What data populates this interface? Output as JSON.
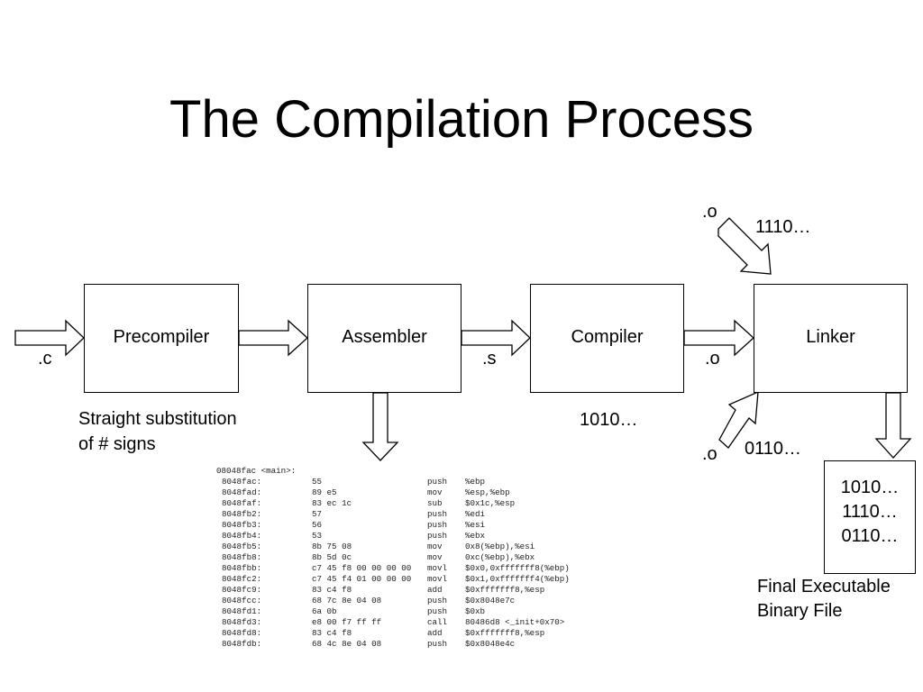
{
  "title": "The Compilation Process",
  "stages": {
    "precompiler": "Precompiler",
    "assembler": "Assembler",
    "compiler": "Compiler",
    "linker": "Linker"
  },
  "edge_labels": {
    "input_c": ".c",
    "after_assembler": ".s",
    "after_compiler": ".o",
    "obj_top": ".o",
    "obj_bottom": ".o"
  },
  "bits": {
    "obj_top": "1110…",
    "obj_bottom": "0110…",
    "compiler_out": "1010…"
  },
  "notes": {
    "precompiler_line1": "Straight substitution",
    "precompiler_line2": "of # signs",
    "final_line1": "Final Executable",
    "final_line2": "Binary File"
  },
  "final_file": [
    "1010…",
    "1110…",
    "0110…"
  ],
  "assembly": {
    "header": "08048fac <main>:",
    "rows": [
      {
        "addr": "8048fac:",
        "bytes": "55",
        "op": "push",
        "arg": "%ebp"
      },
      {
        "addr": "8048fad:",
        "bytes": "89 e5",
        "op": "mov",
        "arg": "%esp,%ebp"
      },
      {
        "addr": "8048faf:",
        "bytes": "83 ec 1c",
        "op": "sub",
        "arg": "$0x1c,%esp"
      },
      {
        "addr": "8048fb2:",
        "bytes": "57",
        "op": "push",
        "arg": "%edi"
      },
      {
        "addr": "8048fb3:",
        "bytes": "56",
        "op": "push",
        "arg": "%esi"
      },
      {
        "addr": "8048fb4:",
        "bytes": "53",
        "op": "push",
        "arg": "%ebx"
      },
      {
        "addr": "8048fb5:",
        "bytes": "8b 75 08",
        "op": "mov",
        "arg": "0x8(%ebp),%esi"
      },
      {
        "addr": "8048fb8:",
        "bytes": "8b 5d 0c",
        "op": "mov",
        "arg": "0xc(%ebp),%ebx"
      },
      {
        "addr": "8048fbb:",
        "bytes": "c7 45 f8 00 00 00 00",
        "op": "movl",
        "arg": "$0x0,0xfffffff8(%ebp)"
      },
      {
        "addr": "8048fc2:",
        "bytes": "c7 45 f4 01 00 00 00",
        "op": "movl",
        "arg": "$0x1,0xfffffff4(%ebp)"
      },
      {
        "addr": "8048fc9:",
        "bytes": "83 c4 f8",
        "op": "add",
        "arg": "$0xfffffff8,%esp"
      },
      {
        "addr": "8048fcc:",
        "bytes": "68 7c 8e 04 08",
        "op": "push",
        "arg": "$0x8048e7c"
      },
      {
        "addr": "8048fd1:",
        "bytes": "6a 0b",
        "op": "push",
        "arg": "$0xb"
      },
      {
        "addr": "8048fd3:",
        "bytes": "e8 00 f7 ff ff",
        "op": "call",
        "arg": "80486d8 <_init+0x70>"
      },
      {
        "addr": "8048fd8:",
        "bytes": "83 c4 f8",
        "op": "add",
        "arg": "$0xfffffff8,%esp"
      },
      {
        "addr": "8048fdb:",
        "bytes": "68 4c 8e 04 08",
        "op": "push",
        "arg": "$0x8048e4c"
      }
    ]
  }
}
